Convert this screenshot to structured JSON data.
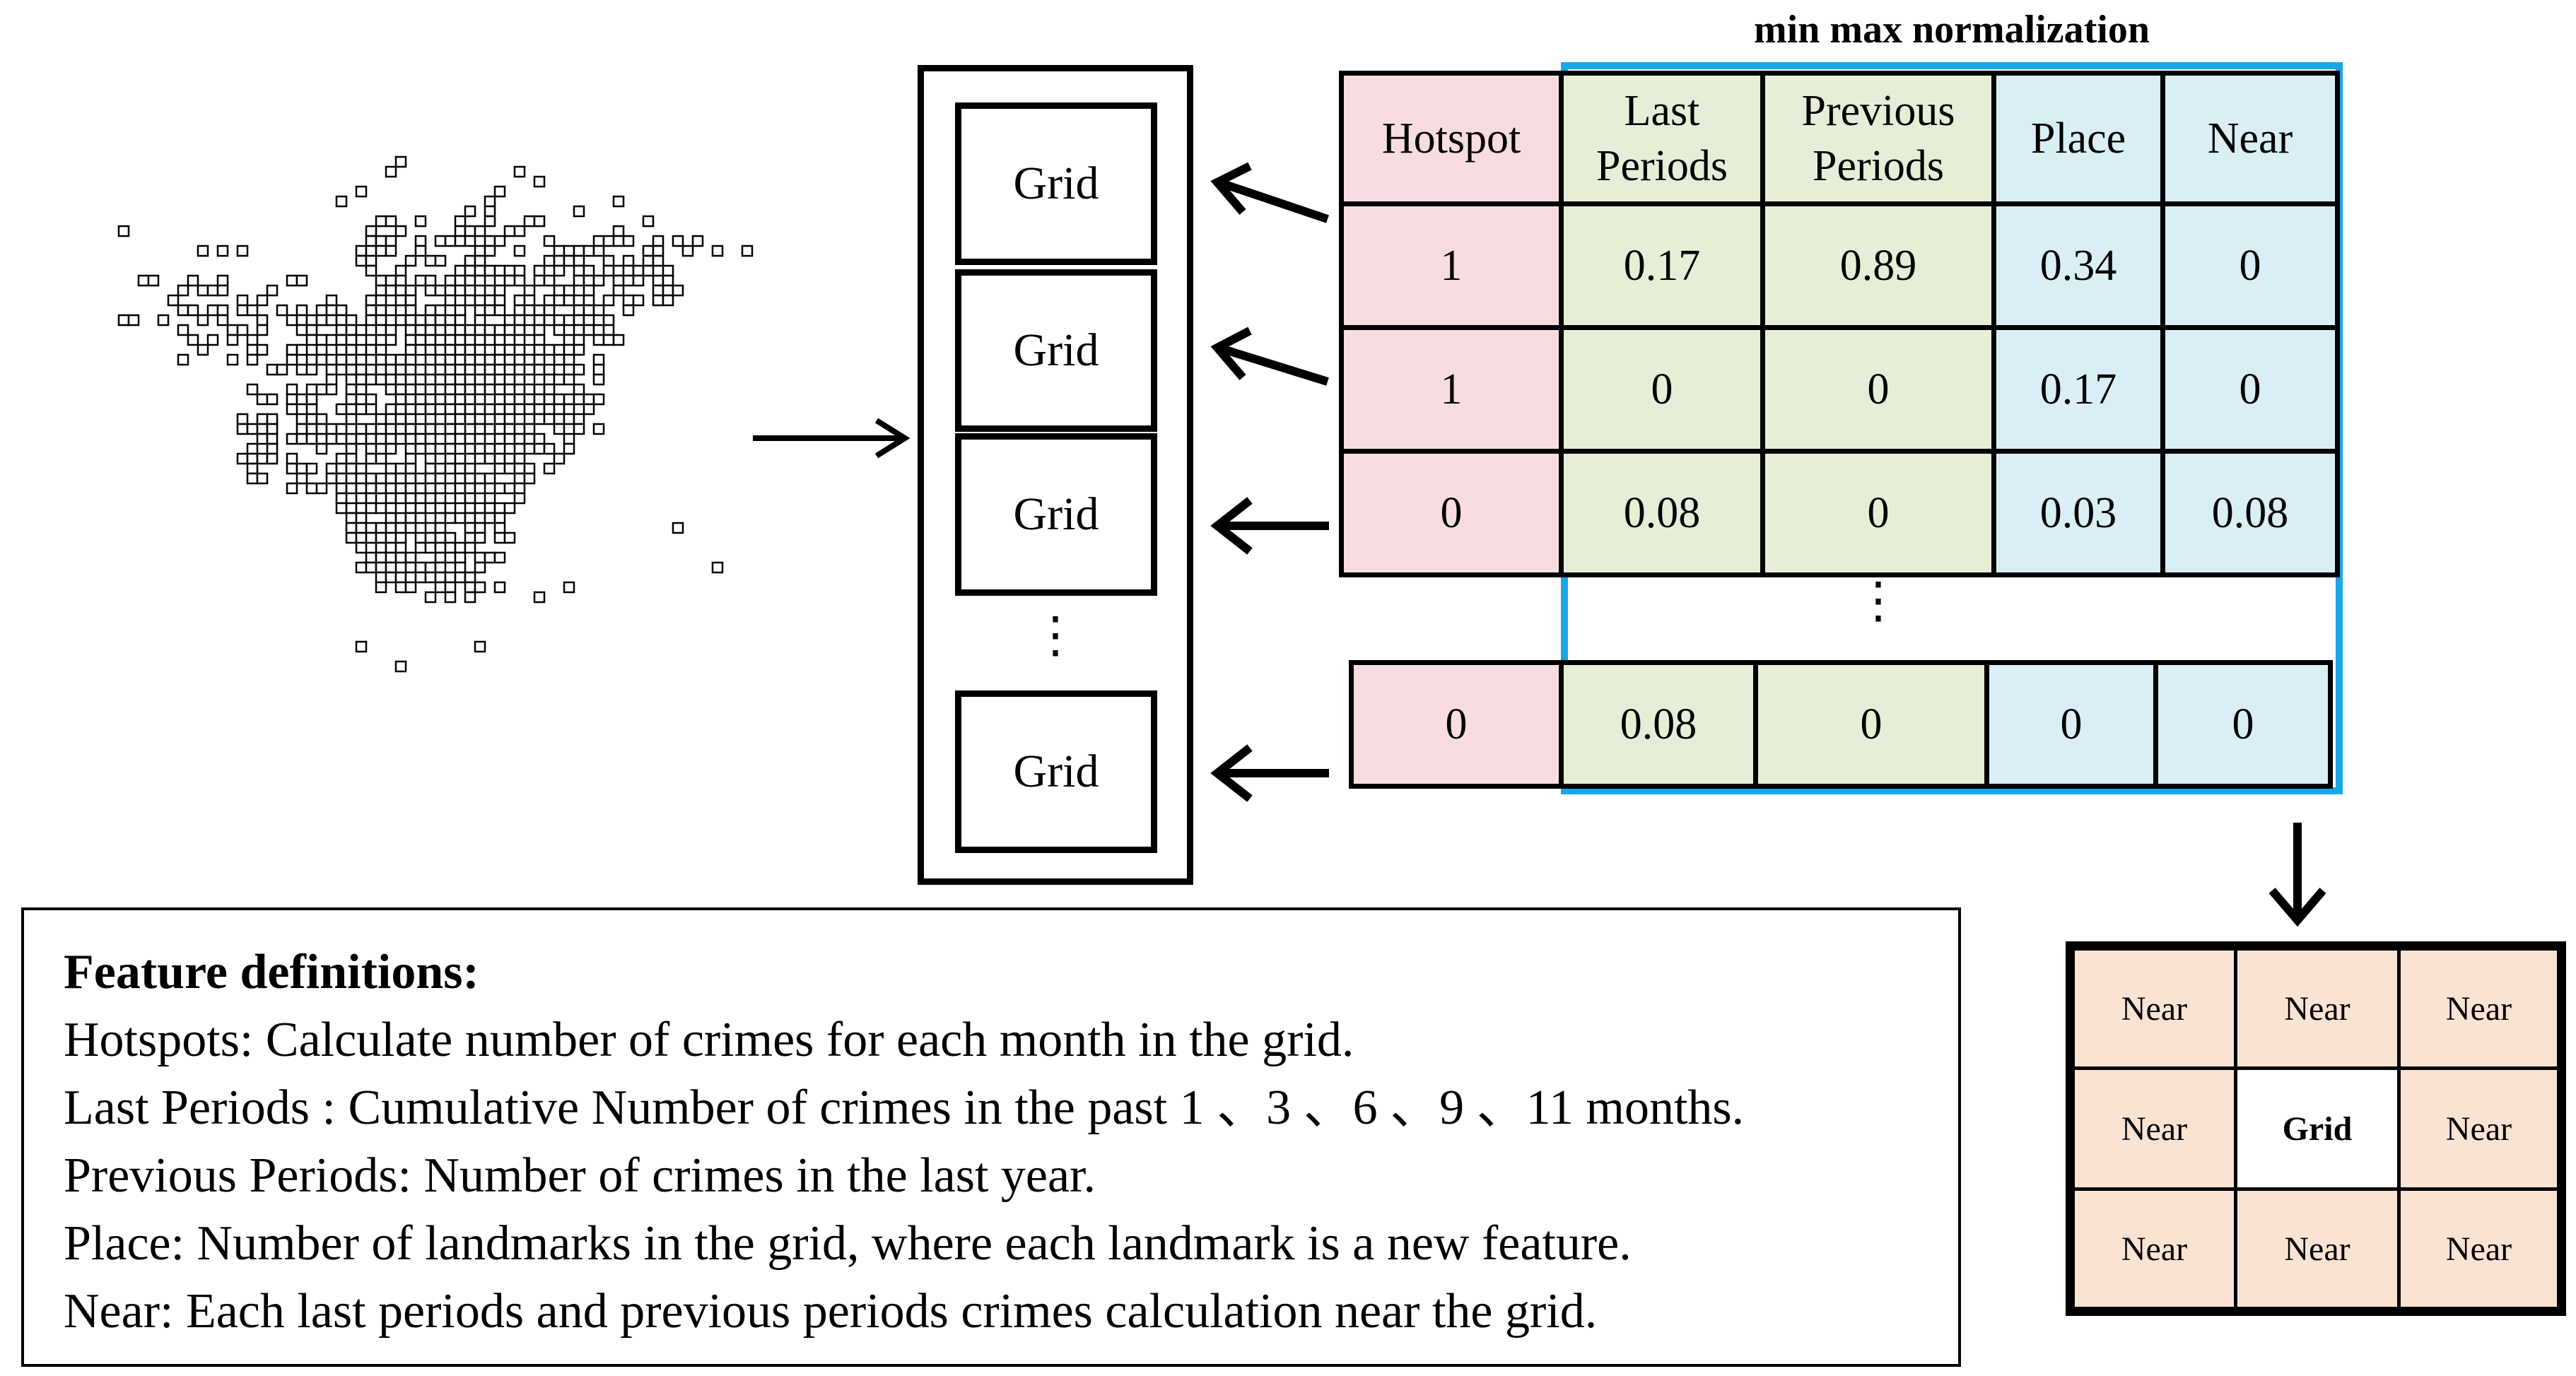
{
  "normalization": {
    "title": "min max normalization"
  },
  "grid_column": {
    "cells": [
      "Grid",
      "Grid",
      "Grid",
      "Grid"
    ],
    "ellipsis": "⋮"
  },
  "feature_table": {
    "headers": [
      "Hotspot",
      "Last\nPeriods",
      "Previous\nPeriods",
      "Place",
      "Near"
    ],
    "rows": [
      [
        "1",
        "0.17",
        "0.89",
        "0.34",
        "0"
      ],
      [
        "1",
        "0",
        "0",
        "0.17",
        "0"
      ],
      [
        "0",
        "0.08",
        "0",
        "0.03",
        "0.08"
      ]
    ],
    "ellipsis": "⋮",
    "last_row": [
      "0",
      "0.08",
      "0",
      "0",
      "0"
    ],
    "colors": {
      "hotspot": "#f7dde0",
      "periods": "#e6eed8",
      "place_near": "#d9eef5",
      "normalization_border": "#1aa7e6"
    }
  },
  "definitions": {
    "title": "Feature definitions:",
    "lines": [
      "Hotspots: Calculate number of crimes for each month in the grid.",
      "Last Periods : Cumulative Number of crimes in the past 1 、3 、6 、9 、11 months.",
      "Previous Periods: Number of crimes in the last year.",
      "Place: Number of landmarks in the grid, where each landmark is a new feature.",
      "Near: Each last periods and previous periods crimes calculation near the grid."
    ]
  },
  "near_grid": {
    "cells": [
      "Near",
      "Near",
      "Near",
      "Near",
      "Grid",
      "Near",
      "Near",
      "Near",
      "Near"
    ],
    "color": "#fbe3d4"
  }
}
